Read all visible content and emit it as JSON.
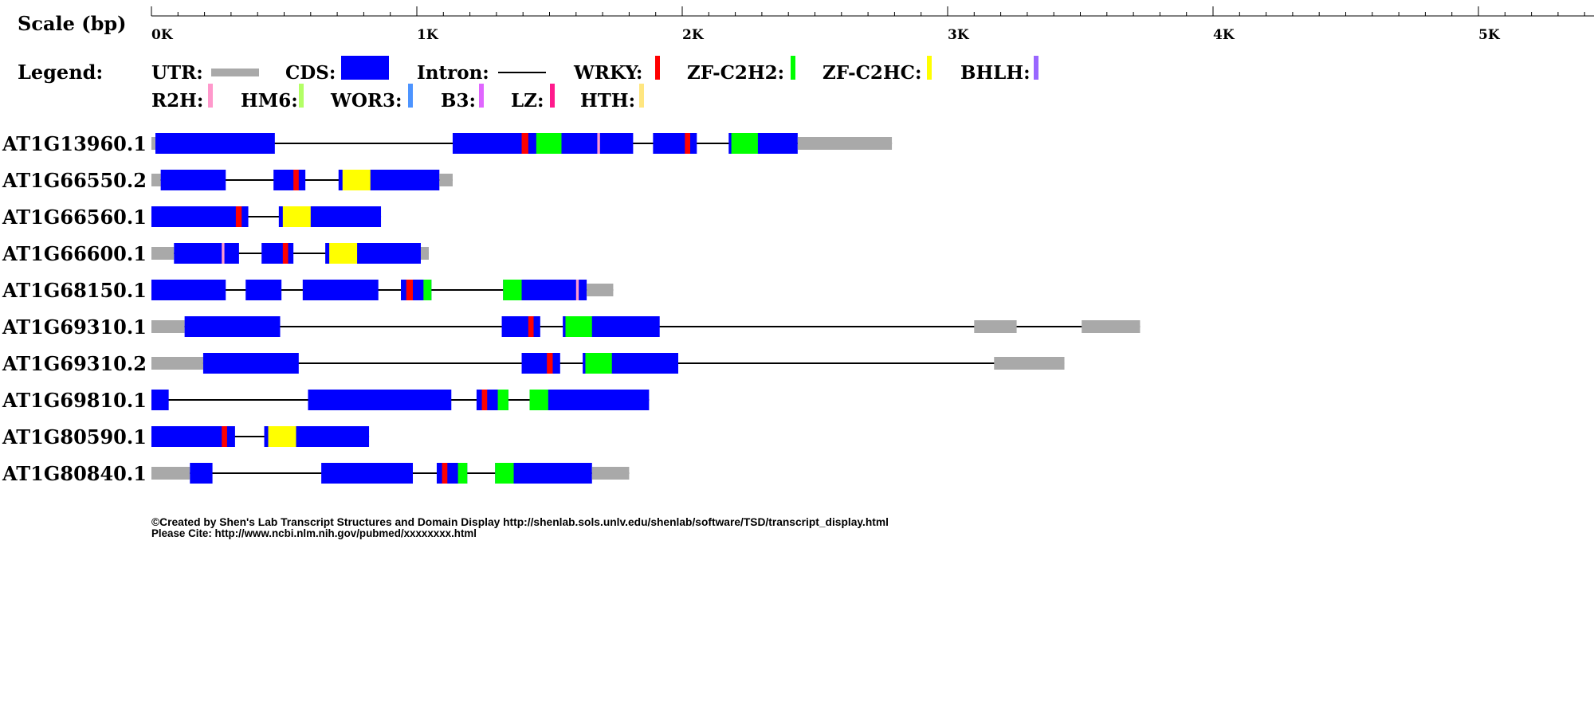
{
  "scale": {
    "label": "Scale (bp)",
    "max_bp": 5400,
    "major_step": 1000,
    "minor_step": 100,
    "ticks": [
      "0K",
      "1K",
      "2K",
      "3K",
      "4K",
      "5K"
    ]
  },
  "legend": {
    "title": "Legend:",
    "items": [
      {
        "label": "UTR:",
        "kind": "utr",
        "color": "#a9a9a9"
      },
      {
        "label": "CDS:",
        "kind": "cds",
        "color": "#0000ff"
      },
      {
        "label": "Intron:",
        "kind": "intron",
        "color": "#000000"
      },
      {
        "label": "WRKY:",
        "kind": "domain",
        "color": "#ff0000"
      },
      {
        "label": "ZF-C2H2:",
        "kind": "domain",
        "color": "#00ff00"
      },
      {
        "label": "ZF-C2HC:",
        "kind": "domain",
        "color": "#ffff00"
      },
      {
        "label": "BHLH:",
        "kind": "domain",
        "color": "#9966ff"
      },
      {
        "label": "R2H:",
        "kind": "domain",
        "color": "#ff99cc"
      },
      {
        "label": "HM6:",
        "kind": "domain",
        "color": "#b3ff66"
      },
      {
        "label": "WOR3:",
        "kind": "domain",
        "color": "#4d94ff"
      },
      {
        "label": "B3:",
        "kind": "domain",
        "color": "#e066ff"
      },
      {
        "label": "LZ:",
        "kind": "domain",
        "color": "#ff1a8c"
      },
      {
        "label": "HTH:",
        "kind": "domain",
        "color": "#ffe680"
      }
    ]
  },
  "colors": {
    "utr": "#a9a9a9",
    "cds": "#0000ff",
    "intron": "#000000",
    "WRKY": "#ff0000",
    "ZF-C2H2": "#00ff00",
    "ZF-C2HC": "#ffff00",
    "R2H": "#ff99cc"
  },
  "transcripts": [
    {
      "id": "AT1G13960.1",
      "start": 0,
      "end": 2790,
      "exons": [
        {
          "type": "utr",
          "s": 0,
          "e": 15
        },
        {
          "type": "cds",
          "s": 15,
          "e": 465
        },
        {
          "type": "cds",
          "s": 1135,
          "e": 1815
        },
        {
          "type": "cds",
          "s": 1890,
          "e": 2055
        },
        {
          "type": "cds",
          "s": 2175,
          "e": 2435
        },
        {
          "type": "utr",
          "s": 2435,
          "e": 2790
        }
      ],
      "domains": [
        {
          "name": "WRKY",
          "s": 1395,
          "e": 1420
        },
        {
          "name": "ZF-C2H2",
          "s": 1450,
          "e": 1545
        },
        {
          "name": "R2H",
          "s": 1680,
          "e": 1690
        },
        {
          "name": "WRKY",
          "s": 2010,
          "e": 2030
        },
        {
          "name": "ZF-C2H2",
          "s": 2185,
          "e": 2285
        }
      ]
    },
    {
      "id": "AT1G66550.2",
      "start": 0,
      "end": 1135,
      "exons": [
        {
          "type": "utr",
          "s": 0,
          "e": 35
        },
        {
          "type": "cds",
          "s": 35,
          "e": 280
        },
        {
          "type": "cds",
          "s": 460,
          "e": 580
        },
        {
          "type": "cds",
          "s": 705,
          "e": 1085
        },
        {
          "type": "utr",
          "s": 1085,
          "e": 1135
        }
      ],
      "domains": [
        {
          "name": "WRKY",
          "s": 535,
          "e": 555
        },
        {
          "name": "ZF-C2HC",
          "s": 720,
          "e": 825
        }
      ]
    },
    {
      "id": "AT1G66560.1",
      "start": 0,
      "end": 865,
      "exons": [
        {
          "type": "cds",
          "s": 0,
          "e": 365
        },
        {
          "type": "cds",
          "s": 480,
          "e": 865
        }
      ],
      "domains": [
        {
          "name": "WRKY",
          "s": 318,
          "e": 340
        },
        {
          "name": "ZF-C2HC",
          "s": 495,
          "e": 600
        }
      ]
    },
    {
      "id": "AT1G66600.1",
      "start": 0,
      "end": 1045,
      "exons": [
        {
          "type": "utr",
          "s": 0,
          "e": 85
        },
        {
          "type": "cds",
          "s": 85,
          "e": 330
        },
        {
          "type": "cds",
          "s": 415,
          "e": 535
        },
        {
          "type": "cds",
          "s": 655,
          "e": 1015
        },
        {
          "type": "utr",
          "s": 1015,
          "e": 1045
        }
      ],
      "domains": [
        {
          "name": "R2H",
          "s": 265,
          "e": 275
        },
        {
          "name": "WRKY",
          "s": 495,
          "e": 515
        },
        {
          "name": "ZF-C2HC",
          "s": 670,
          "e": 775
        }
      ]
    },
    {
      "id": "AT1G68150.1",
      "start": 0,
      "end": 1740,
      "exons": [
        {
          "type": "cds",
          "s": 0,
          "e": 280
        },
        {
          "type": "cds",
          "s": 355,
          "e": 490
        },
        {
          "type": "cds",
          "s": 570,
          "e": 855
        },
        {
          "type": "cds",
          "s": 940,
          "e": 1055
        },
        {
          "type": "cds",
          "s": 1325,
          "e": 1640
        },
        {
          "type": "utr",
          "s": 1640,
          "e": 1740
        }
      ],
      "domains": [
        {
          "name": "WRKY",
          "s": 960,
          "e": 985
        },
        {
          "name": "ZF-C2H2",
          "s": 1025,
          "e": 1055
        },
        {
          "name": "ZF-C2H2",
          "s": 1325,
          "e": 1395
        },
        {
          "name": "R2H",
          "s": 1600,
          "e": 1610
        }
      ]
    },
    {
      "id": "AT1G69310.1",
      "start": 0,
      "end": 3725,
      "exons": [
        {
          "type": "utr",
          "s": 0,
          "e": 125
        },
        {
          "type": "cds",
          "s": 125,
          "e": 485
        },
        {
          "type": "cds",
          "s": 1320,
          "e": 1465
        },
        {
          "type": "cds",
          "s": 1550,
          "e": 1915
        },
        {
          "type": "utr",
          "s": 3100,
          "e": 3260
        },
        {
          "type": "utr",
          "s": 3505,
          "e": 3725
        }
      ],
      "domains": [
        {
          "name": "WRKY",
          "s": 1420,
          "e": 1440
        },
        {
          "name": "ZF-C2H2",
          "s": 1560,
          "e": 1660
        }
      ]
    },
    {
      "id": "AT1G69310.2",
      "start": 0,
      "end": 3440,
      "exons": [
        {
          "type": "utr",
          "s": 0,
          "e": 195
        },
        {
          "type": "cds",
          "s": 195,
          "e": 555
        },
        {
          "type": "cds",
          "s": 1395,
          "e": 1540
        },
        {
          "type": "cds",
          "s": 1625,
          "e": 1985
        },
        {
          "type": "utr",
          "s": 3175,
          "e": 3440
        }
      ],
      "domains": [
        {
          "name": "WRKY",
          "s": 1490,
          "e": 1512
        },
        {
          "name": "ZF-C2H2",
          "s": 1635,
          "e": 1735
        }
      ]
    },
    {
      "id": "AT1G69810.1",
      "start": 0,
      "end": 1875,
      "exons": [
        {
          "type": "cds",
          "s": 0,
          "e": 65
        },
        {
          "type": "cds",
          "s": 590,
          "e": 1130
        },
        {
          "type": "cds",
          "s": 1225,
          "e": 1345
        },
        {
          "type": "cds",
          "s": 1425,
          "e": 1875
        }
      ],
      "domains": [
        {
          "name": "WRKY",
          "s": 1245,
          "e": 1265
        },
        {
          "name": "ZF-C2H2",
          "s": 1305,
          "e": 1345
        },
        {
          "name": "ZF-C2H2",
          "s": 1425,
          "e": 1495
        }
      ]
    },
    {
      "id": "AT1G80590.1",
      "start": 0,
      "end": 820,
      "exons": [
        {
          "type": "cds",
          "s": 0,
          "e": 315
        },
        {
          "type": "cds",
          "s": 425,
          "e": 820
        }
      ],
      "domains": [
        {
          "name": "WRKY",
          "s": 265,
          "e": 285
        },
        {
          "name": "ZF-C2HC",
          "s": 440,
          "e": 545
        }
      ]
    },
    {
      "id": "AT1G80840.1",
      "start": 0,
      "end": 1800,
      "exons": [
        {
          "type": "utr",
          "s": 0,
          "e": 145
        },
        {
          "type": "cds",
          "s": 145,
          "e": 230
        },
        {
          "type": "cds",
          "s": 640,
          "e": 985
        },
        {
          "type": "cds",
          "s": 1075,
          "e": 1190
        },
        {
          "type": "cds",
          "s": 1295,
          "e": 1660
        },
        {
          "type": "utr",
          "s": 1660,
          "e": 1800
        }
      ],
      "domains": [
        {
          "name": "WRKY",
          "s": 1095,
          "e": 1115
        },
        {
          "name": "ZF-C2H2",
          "s": 1155,
          "e": 1190
        },
        {
          "name": "ZF-C2H2",
          "s": 1295,
          "e": 1365
        }
      ]
    }
  ],
  "footer": {
    "line1": "©Created by Shen's Lab Transcript Structures and Domain Display http://shenlab.sols.unlv.edu/shenlab/software/TSD/transcript_display.html",
    "line2": "Please Cite: http://www.ncbi.nlm.nih.gov/pubmed/xxxxxxxx.html"
  }
}
